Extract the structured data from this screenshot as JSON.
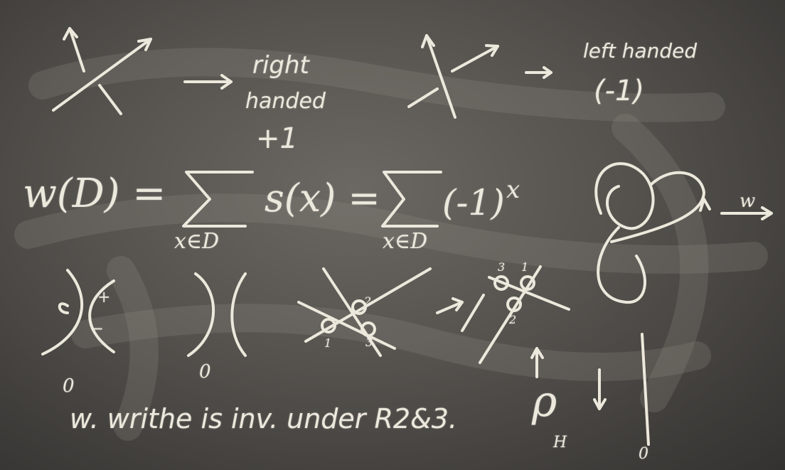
{
  "labels": {
    "right_line1": "right",
    "right_line2": "handed",
    "right_value": "+1",
    "left_line1": "left handed",
    "left_value": "(-1)",
    "writhe_lhs": "w(D) =",
    "sum_sub": "x∈D",
    "s_of_x": "s(x) =",
    "power_base": "(-1)",
    "power_exp": "x",
    "w_arrow": "w",
    "plus_sign": "+",
    "minus_sign": "−",
    "zero_a": "0",
    "zero_b": "0",
    "zero_c": "0",
    "r3_label_1": "1",
    "r3_label_2": "2",
    "r3_label_3": "3",
    "r3b_label_1": "1",
    "r3b_label_2": "2",
    "r3b_label_3": "3",
    "rho_label": "ρ",
    "rho_sub": "H",
    "bottom_note": "w. writhe is inv. under R2&3."
  },
  "colors": {
    "chalk": "#ece8dc",
    "board": "#55524e"
  }
}
